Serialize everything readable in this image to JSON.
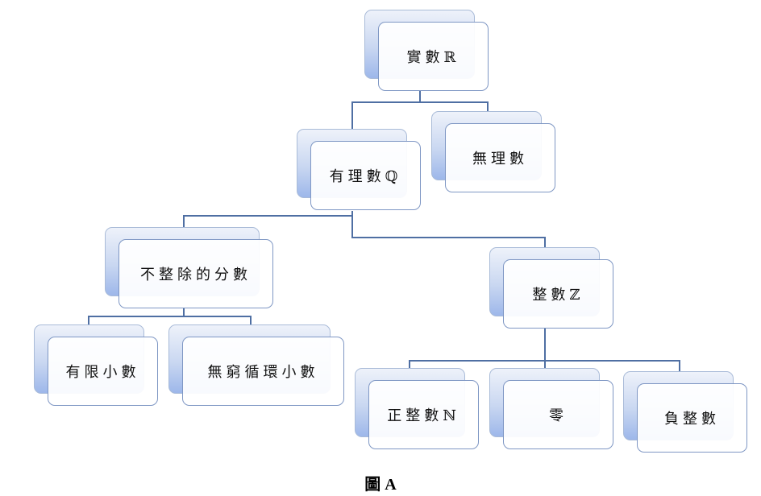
{
  "nodes": {
    "real": "實數ℝ",
    "rational": "有理數ℚ",
    "irrational": "無理數",
    "fraction": "不整除的分數",
    "integer": "整數ℤ",
    "finite_decimal": "有限小數",
    "repeating_decimal": "無窮循環小數",
    "positive_integer": "正整數ℕ",
    "zero": "零",
    "negative_integer": "負整數"
  },
  "caption": "圖 A",
  "colors": {
    "connector": "#4f6fa3",
    "box_border": "#7f97c4",
    "back_fill": "#9db7ea"
  }
}
